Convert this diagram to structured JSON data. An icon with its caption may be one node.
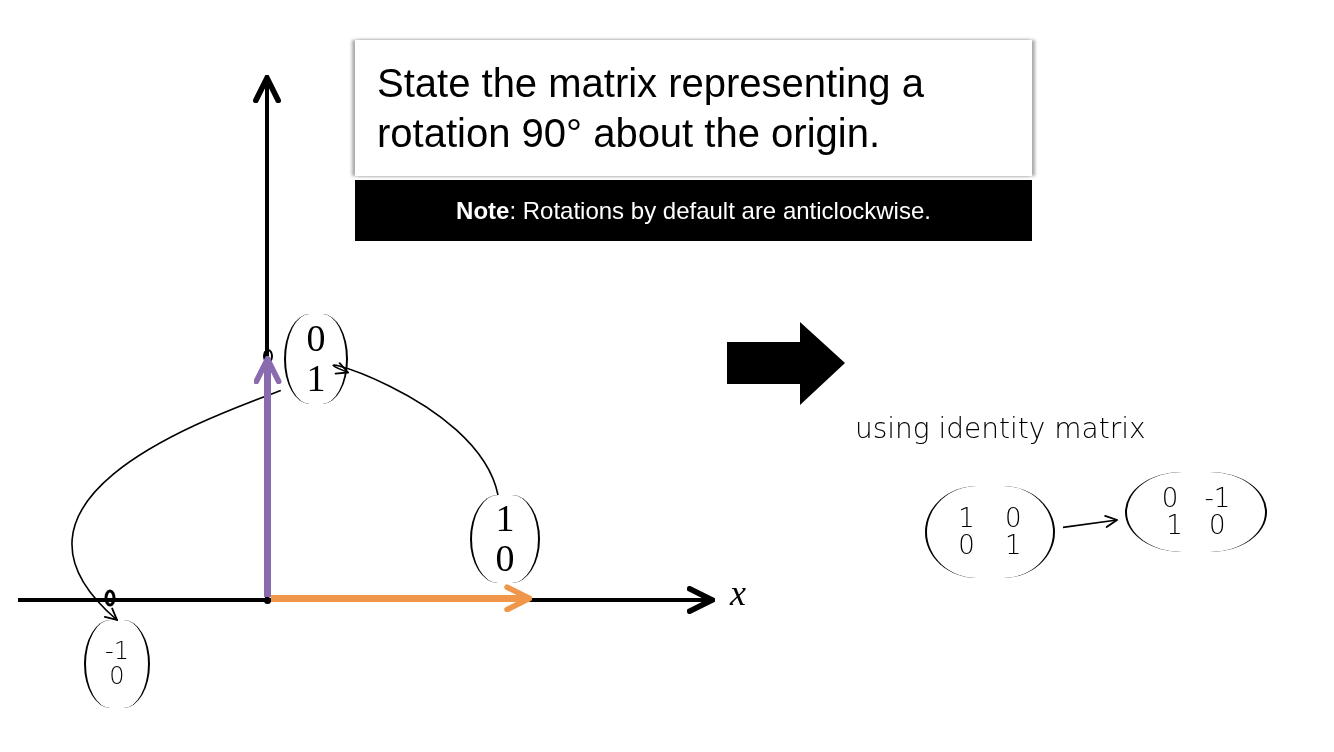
{
  "diagram": {
    "nodes": [
      {
        "text": [
          "State the matrix representing a rotation 90° about the origin."
        ]
      },
      {
        "text": [
          "**Note**: Rotations by default are anticlockwise."
        ]
      },
      {
        "text": [
          "0 1"
        ]
      },
      {
        "text": [
          "1 0"
        ]
      },
      {
        "text": [
          "-1 0"
        ]
      },
      {
        "text": [
          "1 0 0 1"
        ]
      },
      {
        "text": [
          "0 -1 1 0"
        ]
      },
      {
        "text": [],
        "shape": "point"
      }
    ],
    "edges": [
      {
        "from": 3,
        "to": 2,
        "arrow": "to"
      },
      {
        "from": 2,
        "to": 4,
        "arrow": "to"
      },
      {
        "from": 5,
        "to": 6,
        "arrow": "to"
      },
      {
        "from": 7,
        "to": 2,
        "arrow": "to",
        "style": "thick",
        "color": "#8a6bb0"
      },
      {
        "from": 7,
        "to": 3,
        "arrow": "to",
        "style": "thick",
        "color": "#f0964a"
      }
    ],
    "labels": [
      "x",
      "using identity matrix"
    ]
  }
}
